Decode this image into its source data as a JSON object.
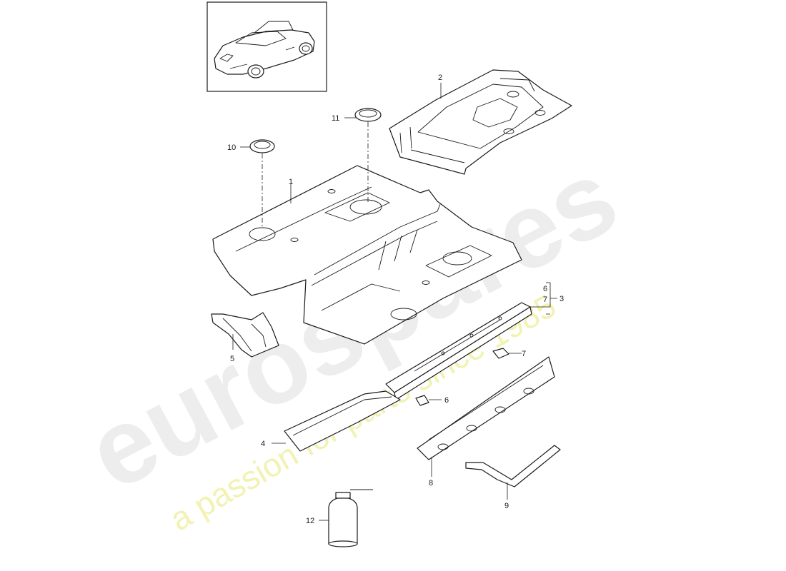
{
  "watermark": {
    "brand": "eurospares",
    "tagline": "a passion for parts since 1985"
  },
  "callouts": {
    "p1": "1",
    "p2": "2",
    "p3": "3",
    "p4": "4",
    "p5": "5",
    "p6a": "6",
    "p6b": "6",
    "p7a": "7",
    "p7b": "7",
    "p8": "8",
    "p9": "9",
    "p10": "10",
    "p11": "11",
    "p12": "12"
  },
  "colors": {
    "line": "#1a1a1a",
    "watermark_brand": "#e6e6e6",
    "watermark_tagline": "#eeee99"
  }
}
